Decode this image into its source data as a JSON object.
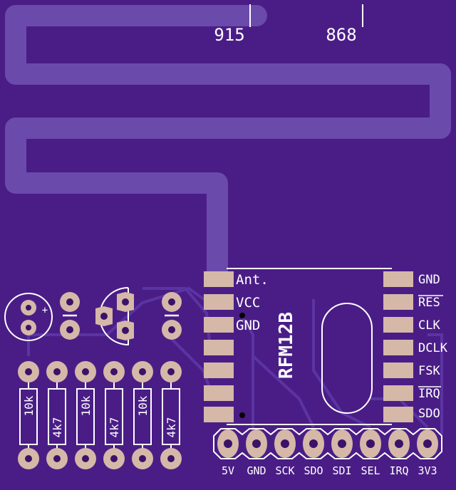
{
  "colors": {
    "board": "#4a1d86",
    "trace": "#5b34a3",
    "antenna": "#6a4aab",
    "pad": "#d5b8a8",
    "silkscreen": "#ffffff",
    "drill": "#3a1268"
  },
  "antenna_marks": {
    "f915": "915",
    "f868": "868"
  },
  "module": {
    "name": "RFM12B",
    "left_pins": [
      "Ant.",
      "VCC",
      "GND",
      "",
      "",
      "",
      ""
    ],
    "right_pins": [
      "GND",
      "RES",
      "CLK",
      "DCLK",
      "FSK",
      "IRQ",
      "SDO"
    ],
    "overlined": [
      "RES",
      "IRQ"
    ]
  },
  "resistors": [
    "10k",
    "4k7",
    "10k",
    "4k7",
    "10k",
    "4k7"
  ],
  "capacitor_polarity": "+",
  "header_pins": [
    "5V",
    "GND",
    "SCK",
    "SDO",
    "SDI",
    "SEL",
    "IRQ",
    "3V3"
  ]
}
